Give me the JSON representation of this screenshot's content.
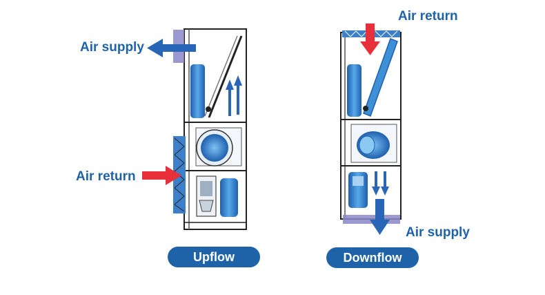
{
  "upflow": {
    "supply_label": "Air supply",
    "return_label": "Air return",
    "button_label": "Upflow"
  },
  "downflow": {
    "return_label": "Air return",
    "supply_label": "Air supply",
    "button_label": "Downflow"
  },
  "colors": {
    "label_blue": "#1e63a8",
    "arrow_red": "#e8303a",
    "arrow_blue": "#2a66b8",
    "component_blue": "#3d8fd6",
    "filter_purple": "#8b86c8"
  }
}
